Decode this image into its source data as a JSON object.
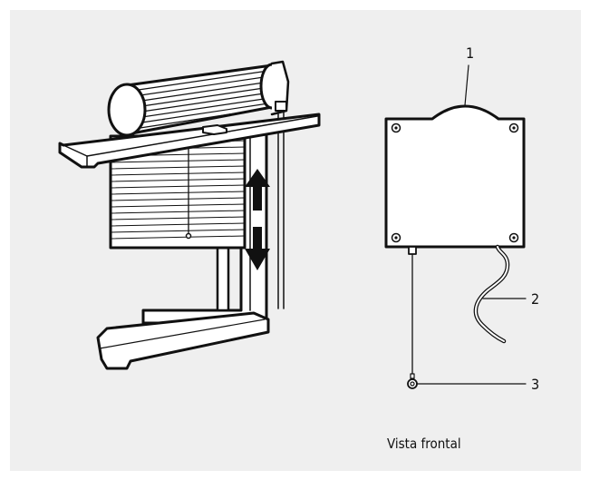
{
  "callouts": {
    "c1": "1",
    "c2": "2",
    "c3": "3"
  },
  "caption": "Vista frontal",
  "colors": {
    "background": "#efefef",
    "line": "#111111",
    "fill": "#ffffff"
  }
}
